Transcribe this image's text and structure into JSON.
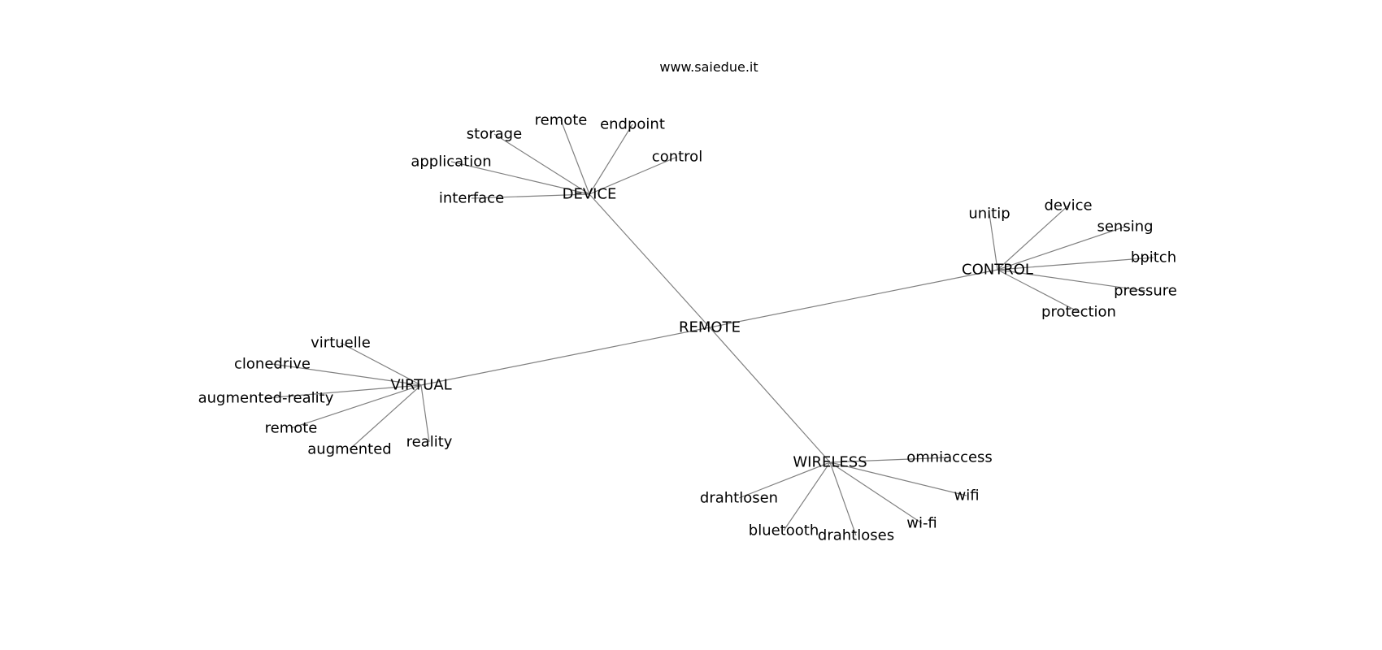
{
  "site_title": "www.saiedue.it",
  "graph": {
    "edge_color": "#808080",
    "text_color": "#000000",
    "center": "REMOTE",
    "hubs": [
      {
        "label": "DEVICE",
        "leaves": [
          "interface",
          "application",
          "storage",
          "remote",
          "endpoint",
          "control"
        ]
      },
      {
        "label": "CONTROL",
        "leaves": [
          "unitip",
          "device",
          "sensing",
          "bpitch",
          "pressure",
          "protection"
        ]
      },
      {
        "label": "VIRTUAL",
        "leaves": [
          "virtuelle",
          "clonedrive",
          "augmented-reality",
          "remote",
          "augmented",
          "reality"
        ]
      },
      {
        "label": "WIRELESS",
        "leaves": [
          "omniaccess",
          "wifi",
          "wi-fi",
          "drahtloses",
          "bluetooth",
          "drahtlosen"
        ]
      }
    ]
  }
}
